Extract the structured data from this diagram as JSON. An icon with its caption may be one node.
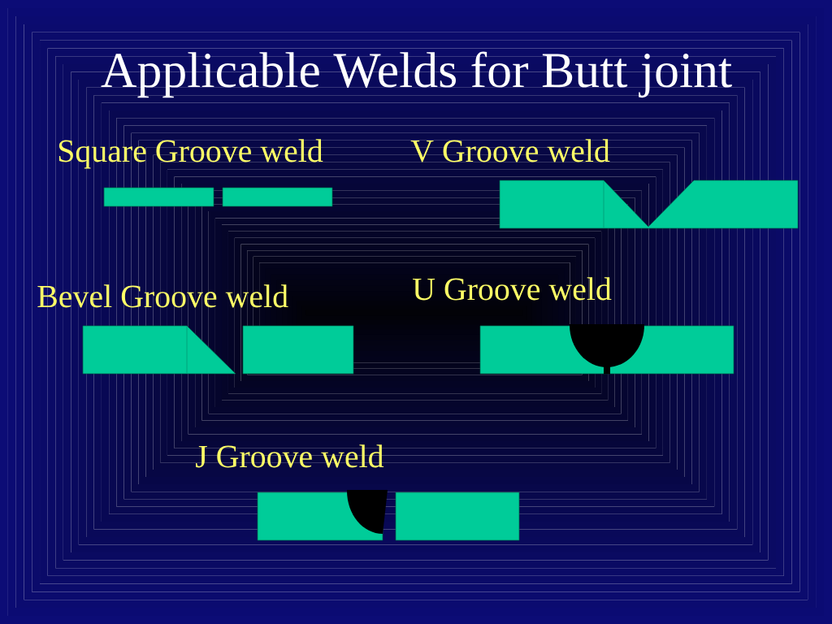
{
  "diagram": {
    "title": "Applicable Welds for Butt joint",
    "labels": [
      "Square Groove weld",
      "V Groove weld",
      "Bevel Groove weld",
      "U Groove weld",
      "J Groove weld"
    ]
  }
}
